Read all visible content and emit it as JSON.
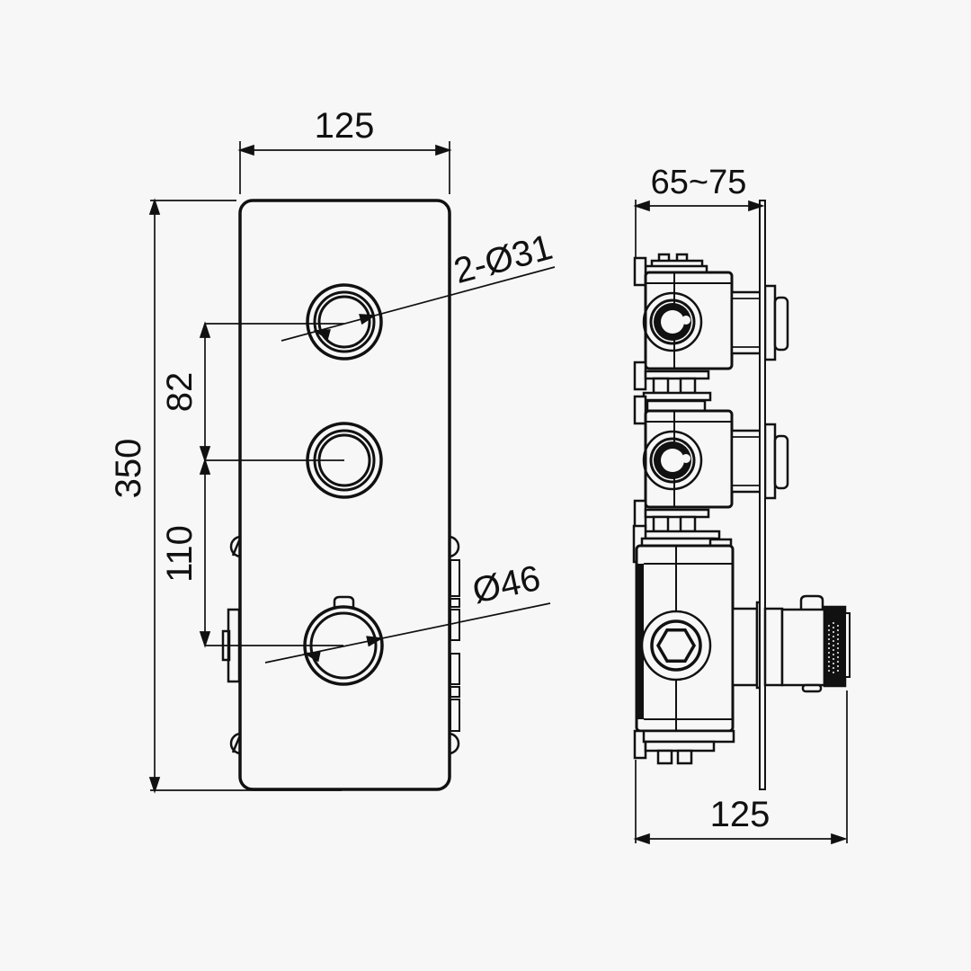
{
  "page": {
    "background": "#f7f7f7",
    "line_color": "#111111"
  },
  "drawing": {
    "type": "technical-2d-drawing",
    "views": [
      "front-view",
      "side-view"
    ]
  },
  "dimensions": {
    "front_width": "125",
    "holes": "2-Ø31",
    "spacing_upper": "82",
    "spacing_lower": "110",
    "front_height": "350",
    "knob_diameter": "Ø46",
    "depth_range": "65~75",
    "side_width": "125"
  }
}
